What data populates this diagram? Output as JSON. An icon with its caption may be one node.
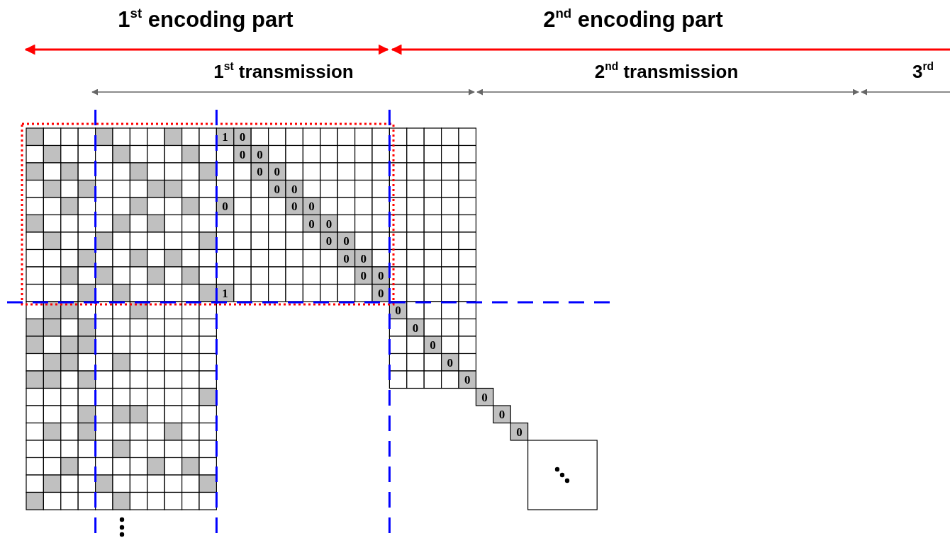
{
  "diagram": {
    "labels": [
      "1$^{st}$ encoding part",
      "2$^{nd}$ encoding part",
      "1$^{st}$ transmission",
      "2$^{nd}$ transmission",
      "3$^{rd}$",
      "1",
      "0",
      "0",
      "0",
      "0",
      "0",
      "0",
      "0",
      "0",
      "0",
      "0",
      "0",
      "0",
      "0",
      "0",
      "0",
      "0",
      "0",
      "0",
      "1",
      "0",
      "0",
      "0",
      "0",
      "0",
      "0",
      "0",
      "0",
      "0"
    ]
  }
}
